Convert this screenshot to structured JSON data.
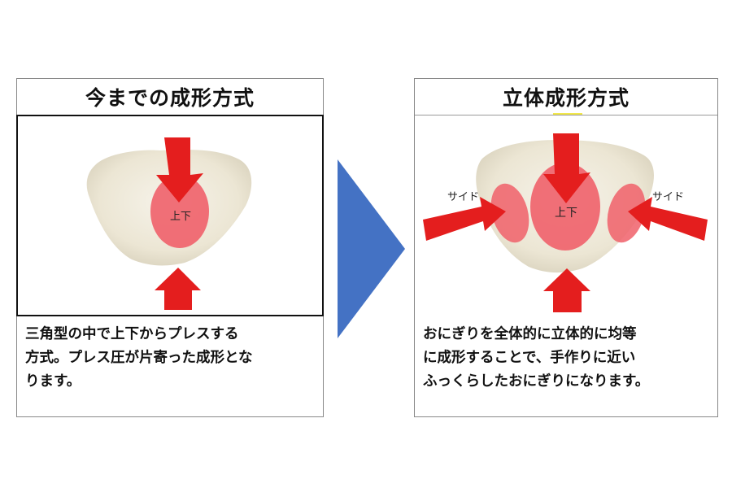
{
  "left_panel": {
    "title": "今までの成形方式",
    "center_label": "上下",
    "description_lines": [
      "三角型の中で上下からプレスする",
      "方式。プレス圧が片寄った成形とな",
      "ります。"
    ]
  },
  "right_panel": {
    "title": "立体成形方式",
    "center_label": "上下",
    "side_label_left": "サイド",
    "side_label_right": "サイド",
    "description_lines": [
      "おにぎりを全体的に立体的に均等",
      "に成形することで、手作りに近い",
      "ふっくらしたおにぎりになります。"
    ]
  },
  "colors": {
    "arrow_red": "#e41e1e",
    "pressure_zone": "#f0606a",
    "transition_arrow": "#4472c4",
    "rice": "#efeadb"
  }
}
